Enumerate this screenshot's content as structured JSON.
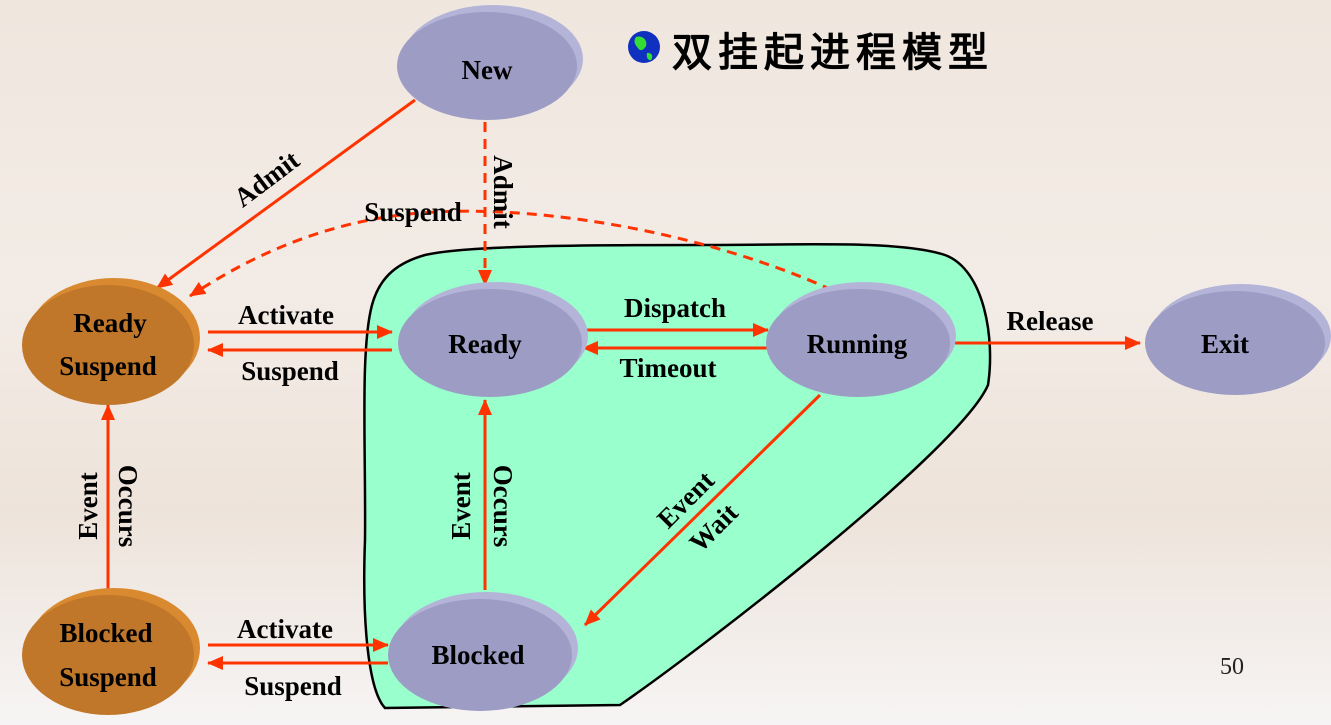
{
  "title": "双挂起进程模型",
  "title_icon": "globe-icon",
  "page_number": "50",
  "colors": {
    "active_state": "#9c9cc4",
    "suspended_state": "#c0772a",
    "arrow": "#ff3300",
    "region": "#99ffcc"
  },
  "states": {
    "new": "New",
    "ready": "Ready",
    "running": "Running",
    "exit": "Exit",
    "blocked": "Blocked",
    "ready_suspend": [
      "Ready",
      "Suspend"
    ],
    "blocked_suspend": [
      "Blocked",
      "Suspend"
    ]
  },
  "transitions": {
    "admit_to_ready_suspend": "Admit",
    "admit_to_ready": "Admit",
    "running_suspend": "Suspend",
    "activate_top": "Activate",
    "suspend_top": "Suspend",
    "dispatch": "Dispatch",
    "timeout": "Timeout",
    "release": "Release",
    "event_wait": [
      "Event",
      "Wait"
    ],
    "event_occurs_center": [
      "Event",
      "Occurs"
    ],
    "event_occurs_left": [
      "Event",
      "Occurs"
    ],
    "activate_bottom": "Activate",
    "suspend_bottom": "Suspend"
  }
}
